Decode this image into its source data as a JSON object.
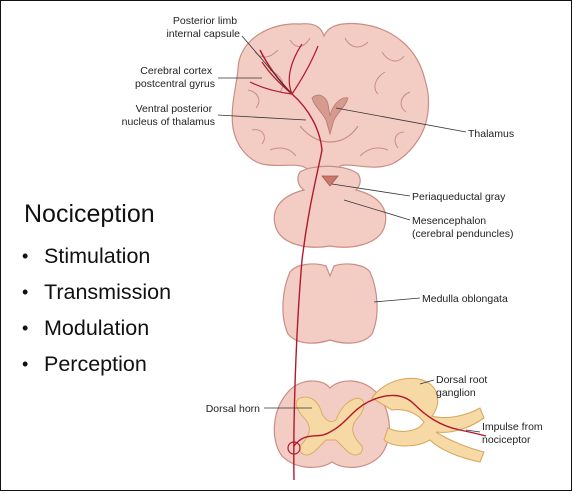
{
  "title": "Nociception",
  "bullets": [
    "Stimulation",
    "Transmission",
    "Modulation",
    "Perception"
  ],
  "labels": {
    "posterior_limb": [
      "Posterior limb",
      "internal capsule"
    ],
    "cerebral_cortex": [
      "Cerebral cortex",
      "postcentral gyrus"
    ],
    "ventral_posterior": [
      "Ventral posterior",
      "nucleus of thalamus"
    ],
    "thalamus": [
      "Thalamus"
    ],
    "periaqueductal": [
      "Periaqueductal gray"
    ],
    "mesencephalon": [
      "Mesencephalon",
      "(cerebral penduncles)"
    ],
    "medulla": [
      "Medulla oblongata"
    ],
    "dorsal_root": [
      "Dorsal root",
      "ganglion"
    ],
    "dorsal_horn": [
      "Dorsal horn"
    ],
    "impulse": [
      "Impulse from",
      "nociceptor"
    ]
  },
  "colors": {
    "tissue": "#f3cdc4",
    "tissue_stroke": "#c98e83",
    "nerve": "#b3182b",
    "ganglion": "#f7d9a6"
  }
}
